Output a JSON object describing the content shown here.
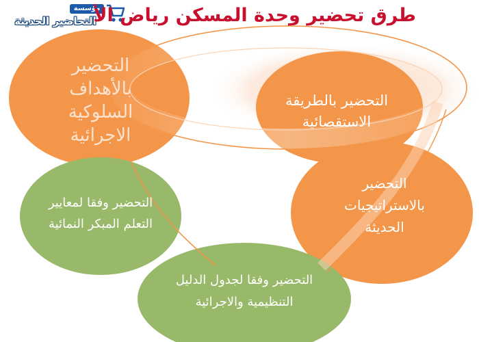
{
  "title": "طرق تحضير وحدة المسكن رياض الأ",
  "logo": {
    "top_text": "مؤسسة",
    "main_text": "التحاضير الحديثة"
  },
  "colors": {
    "title": "#c8102e",
    "orange": "#f4964a",
    "green": "#99b96a",
    "logo_blue": "#1a5aa8"
  },
  "nodes": {
    "behavioral": "التحضير بالأهداف السلوكية الاجرائية",
    "inquiry": "التحضير بالطريقة الاستقصائية",
    "strategies": "التحضير بالاستراتيجيات الحديثة",
    "early_learning": "التحضير وفقا لمعايير التعلم المبكر النمائية",
    "guide_table": "التحضير وفقا لجدول الدليل التنظيمية والاجرائية"
  }
}
